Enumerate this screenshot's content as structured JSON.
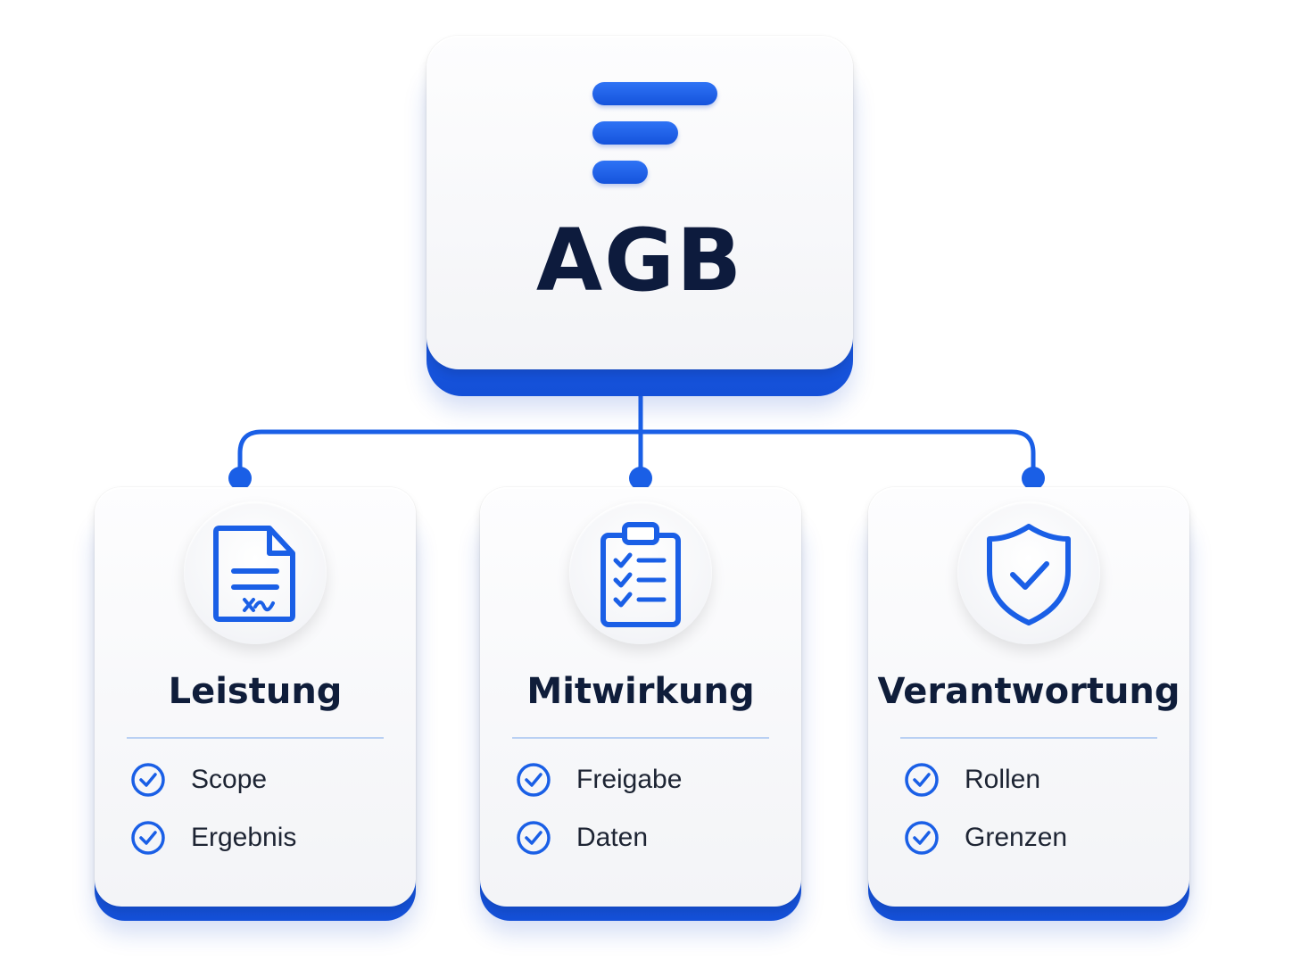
{
  "root": {
    "title": "AGB",
    "icon": "menu-lines-icon"
  },
  "children": [
    {
      "title": "Leistung",
      "icon": "signed-document-icon",
      "items": [
        "Scope",
        "Ergebnis"
      ]
    },
    {
      "title": "Mitwirkung",
      "icon": "checklist-clipboard-icon",
      "items": [
        "Freigabe",
        "Daten"
      ]
    },
    {
      "title": "Verantwortung",
      "icon": "shield-check-icon",
      "items": [
        "Rollen",
        "Grenzen"
      ]
    }
  ],
  "colors": {
    "accent": "#1a5fe6",
    "text_dark": "#0d1b3d",
    "card_face": "#f6f7f9",
    "divider": "#b9d0f3"
  }
}
